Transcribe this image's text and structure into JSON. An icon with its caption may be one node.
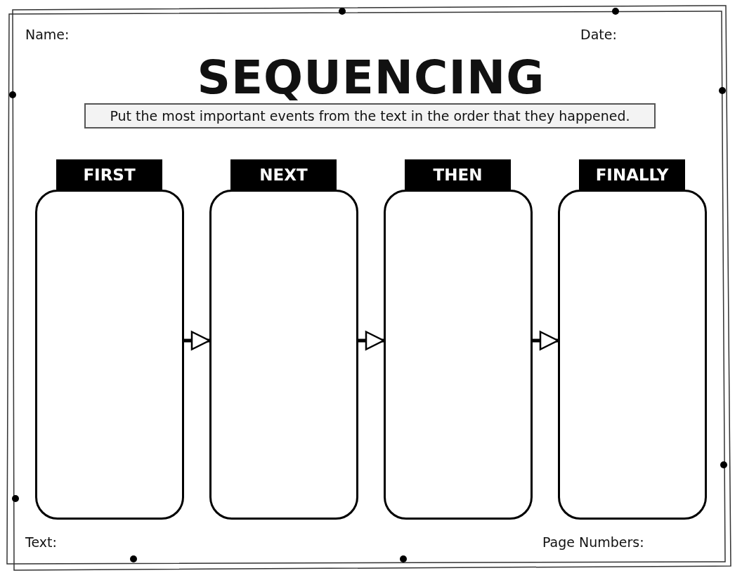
{
  "diagram": {
    "title": "SEQUENCING",
    "nodes": [
      {
        "text": [
          "Put the most important events from the text in the order that they happened."
        ]
      },
      {
        "text": [
          "FIRST"
        ]
      },
      {
        "text": [
          "NEXT"
        ]
      },
      {
        "text": [
          "THEN"
        ]
      },
      {
        "text": [
          "FINALLY"
        ]
      }
    ],
    "edges": [
      {
        "from": 1,
        "to": 2,
        "arrow": "to"
      },
      {
        "from": 2,
        "to": 3,
        "arrow": "to"
      },
      {
        "from": 3,
        "to": 4,
        "arrow": "to"
      }
    ],
    "labels": [
      "Name:",
      "Date:",
      "Text:",
      "Page Numbers:"
    ]
  }
}
